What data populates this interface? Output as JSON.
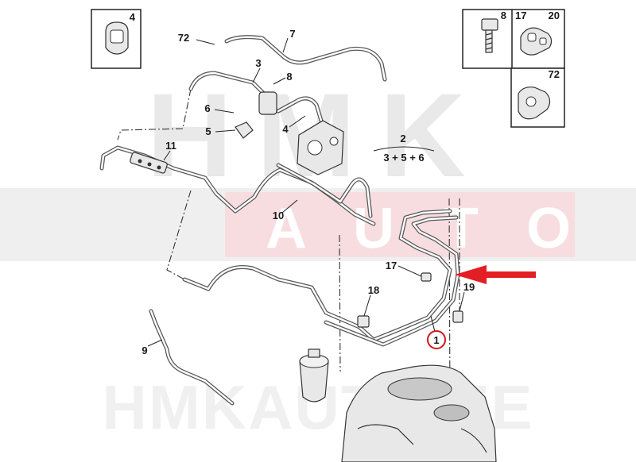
{
  "watermark": {
    "brand_top": "HMK",
    "auto_letters": [
      "A",
      "U",
      "T",
      "O"
    ],
    "brand_bottom": "HMKAUTO.EE",
    "colors": {
      "grey": "#e6e6e6",
      "red": "#f6d8dc",
      "band": "#ececec"
    }
  },
  "callouts": {
    "c1": "1",
    "c2": "2",
    "c2_sub": "3 + 5 + 6",
    "c3": "3",
    "c4a": "4",
    "c4b": "4",
    "c5": "5",
    "c6": "6",
    "c7": "7",
    "c8a": "8",
    "c8b": "8",
    "c9": "9",
    "c10": "10",
    "c11": "11",
    "c17a": "17",
    "c17b": "17",
    "c18": "18",
    "c19": "19",
    "c20": "20",
    "c72a": "72",
    "c72b": "72"
  },
  "highlight": {
    "arrow_color": "#e31e24",
    "circle_color": "#d4141c",
    "icon": "arrow-left-icon"
  }
}
